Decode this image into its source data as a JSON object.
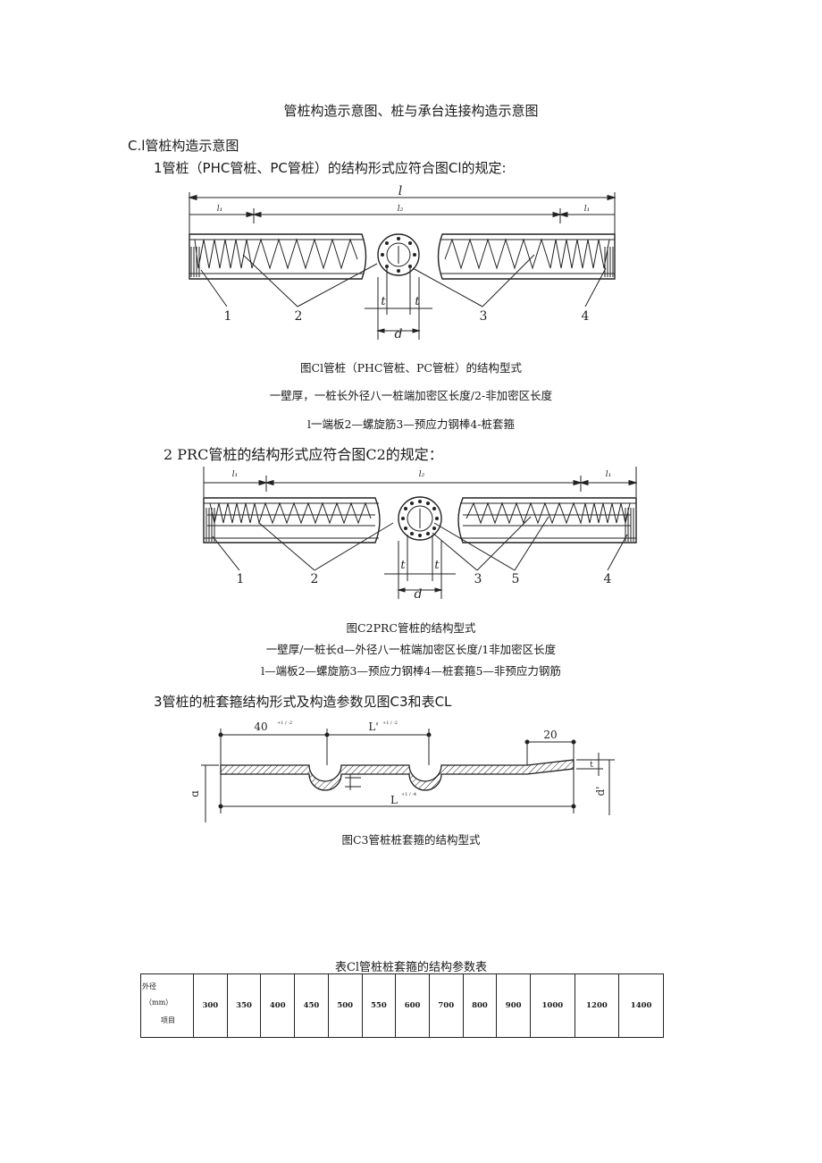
{
  "document": {
    "title": "管桩构造示意图、桩与承台连接构造示意图",
    "section_c1": "C.l管桩构造示意图",
    "item1": "1管桩（PHC管桩、PC管桩）的结构形式应符合图Cl的规定:",
    "fig_c1": {
      "dim_l": "l",
      "dim_l1": "l₁",
      "dim_l2": "l₂",
      "dim_t": "t",
      "dim_d": "d",
      "labels": [
        "1",
        "2",
        "3",
        "4"
      ],
      "caption": "图Cl管桩（PHC管桩、PC管桩）的结构型式",
      "legend1": "一壁厚，一桩长外径八一桩端加密区长度/2-非加密区长度",
      "legend2": "l一端板2—螺旋筋3—预应力钢棒4-桩套箍"
    },
    "item2": "2 PRC管桩的结构形式应符合图C2的规定：",
    "fig_c2": {
      "labels": [
        "1",
        "2",
        "3",
        "5",
        "4"
      ],
      "caption": "图C2PRC管桩的结构型式",
      "legend1": "一壁厚/一桩长d—外径八一桩端加密区长度/1非加密区长度",
      "legend2": "l—端板2—螺旋筋3—预应力钢棒4—桩套箍5—非预应力钢筋"
    },
    "item3": "3管桩的桩套箍结构形式及构造参数见图C3和表CL",
    "fig_c3": {
      "dim_40": "40",
      "dim_40_tol": "+1 / -2",
      "dim_L": "L'",
      "dim_L_tol": "+1 / -2",
      "dim_20": "20",
      "dim_Lbottom": "L",
      "dim_Lbottom_tol": "+1 / -4",
      "dim_d": "d",
      "dim_dprime": "d'",
      "dim_t": "t",
      "caption": "图C3管桩桩套箍的结构型式"
    },
    "table_c1": {
      "caption": "表Cl管桩桩套箍的结构参数表",
      "head_line1": "外径",
      "head_line2": "（mm）",
      "head_line3": "项目",
      "columns": [
        "300",
        "350",
        "400",
        "450",
        "500",
        "550",
        "600",
        "700",
        "800",
        "900",
        "1000",
        "1200",
        "1400"
      ]
    }
  }
}
